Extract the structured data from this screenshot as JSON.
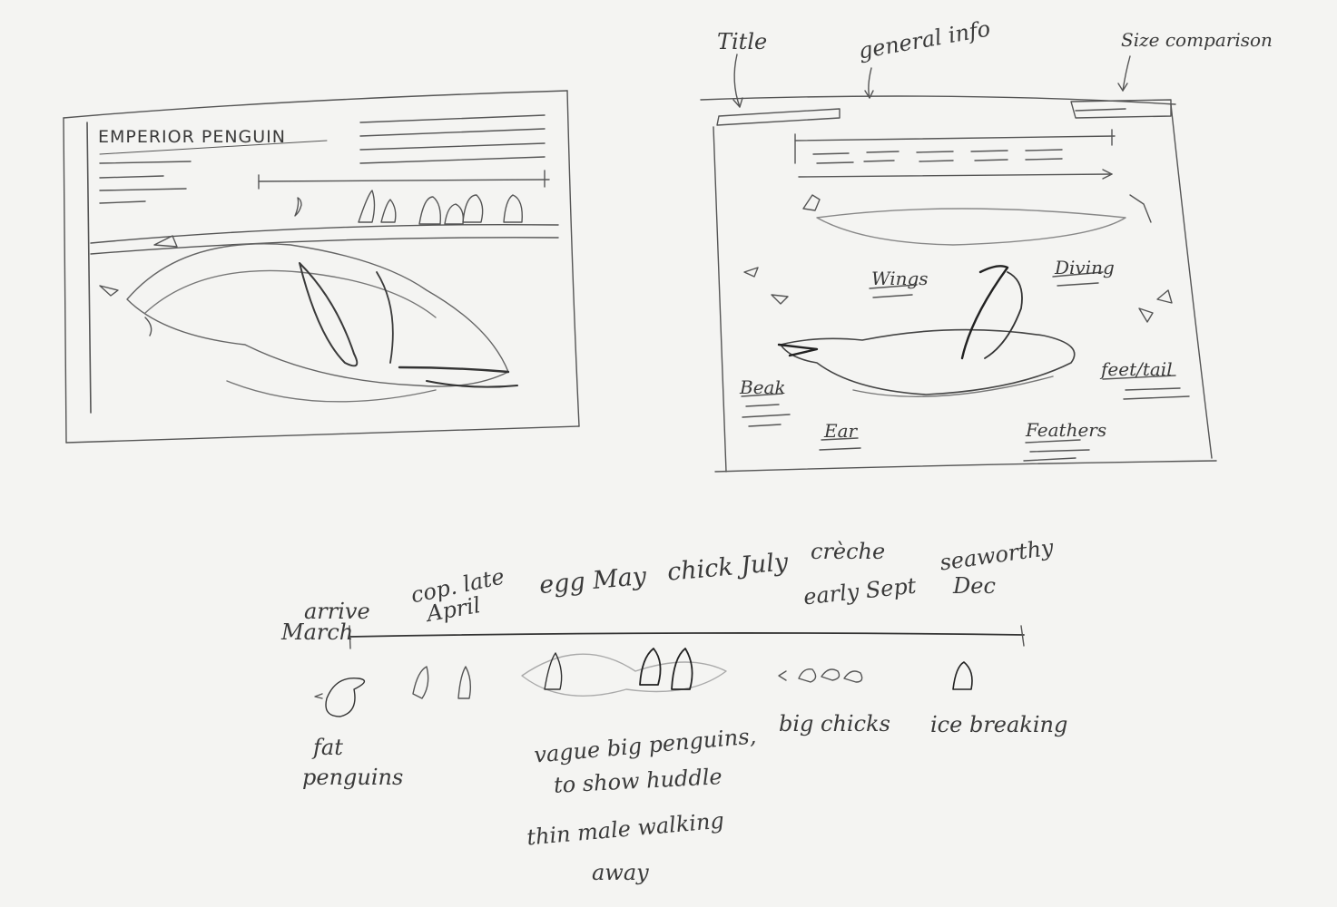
{
  "sketch_left": {
    "title": "EMPERIOR PENGUIN"
  },
  "sketch_right": {
    "annotations": {
      "title": "Title",
      "general_info": "general info",
      "size_comparison": "Size comparison"
    },
    "labels": {
      "wings": "Wings",
      "diving": "Diving",
      "beak": "Beak",
      "feet_tail": "feet/tail",
      "ear": "Ear",
      "feathers": "Feathers"
    }
  },
  "timeline": {
    "events": [
      {
        "top": "",
        "label": "arrive",
        "month": "March"
      },
      {
        "top": "cop. late",
        "month": "April"
      },
      {
        "top": "egg May"
      },
      {
        "top": "chick July"
      },
      {
        "top": "crèche",
        "month": "early Sept"
      },
      {
        "top": "seaworthy",
        "month": "Dec"
      }
    ],
    "notes": {
      "fat_1": "fat",
      "fat_2": "penguins",
      "vague_1": "vague big penguins,",
      "vague_2": "to show huddle",
      "vague_3": "thin male walking",
      "vague_4": "away",
      "big_chicks": "big chicks",
      "ice_breaking": "ice breaking"
    }
  },
  "colors": {
    "paper": "#f4f4f2",
    "pencil": "#3a3a3a"
  }
}
